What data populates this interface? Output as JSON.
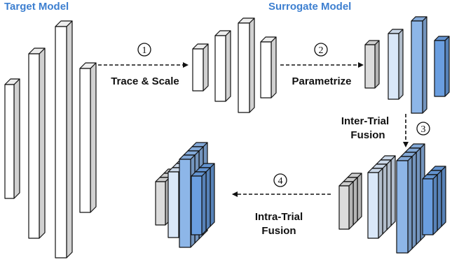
{
  "titles": {
    "target": "Target Model",
    "surrogate": "Surrogate Model"
  },
  "colors": {
    "title": "#3d7fd0",
    "white": "#ffffff",
    "gray": "#dcdcdc",
    "light_blue": "#d9e7f8",
    "mid_blue": "#bcd5f2",
    "blue": "#8db6e8",
    "dark_blue": "#6a9ee0"
  },
  "steps": [
    {
      "number": "1",
      "lines": [
        "Trace & Scale"
      ]
    },
    {
      "number": "2",
      "lines": [
        "Parametrize"
      ]
    },
    {
      "number": "3",
      "lines": [
        "Inter-Trial",
        "Fusion"
      ]
    },
    {
      "number": "4",
      "lines": [
        "Intra-Trial",
        "Fusion"
      ]
    }
  ]
}
